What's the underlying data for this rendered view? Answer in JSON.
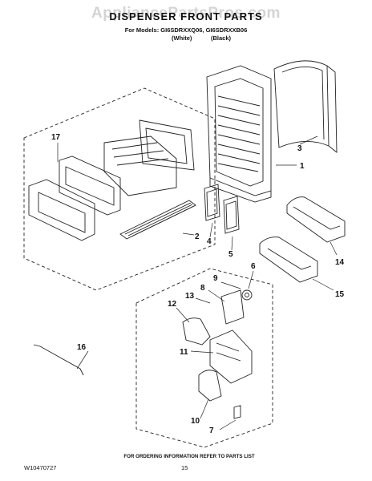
{
  "watermark": "AppliancePartsPros.com",
  "header": {
    "title": "DISPENSER FRONT PARTS",
    "models": "For Models: GI6SDRXXQ06, GI6SDRXXB06",
    "variant_white": "(White)",
    "variant_black": "(Black)"
  },
  "callouts": [
    "1",
    "2",
    "3",
    "4",
    "5",
    "6",
    "7",
    "8",
    "9",
    "10",
    "11",
    "12",
    "13",
    "14",
    "15",
    "16",
    "17"
  ],
  "footer": {
    "doc_number": "W10470727",
    "ordering_info": "FOR ORDERING INFORMATION REFER TO PARTS LIST",
    "page_number": "15"
  }
}
